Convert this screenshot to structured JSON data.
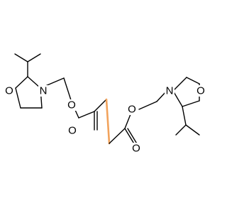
{
  "molecule": {
    "atoms": [
      {
        "symbol": "O"
      },
      {
        "symbol": "N"
      },
      {
        "symbol": "O"
      },
      {
        "symbol": "O"
      },
      {
        "symbol": "O"
      },
      {
        "symbol": "O"
      },
      {
        "symbol": "N"
      },
      {
        "symbol": "O"
      }
    ]
  },
  "colors": {
    "bond": "#000000",
    "highlight": "#f2a35c"
  }
}
